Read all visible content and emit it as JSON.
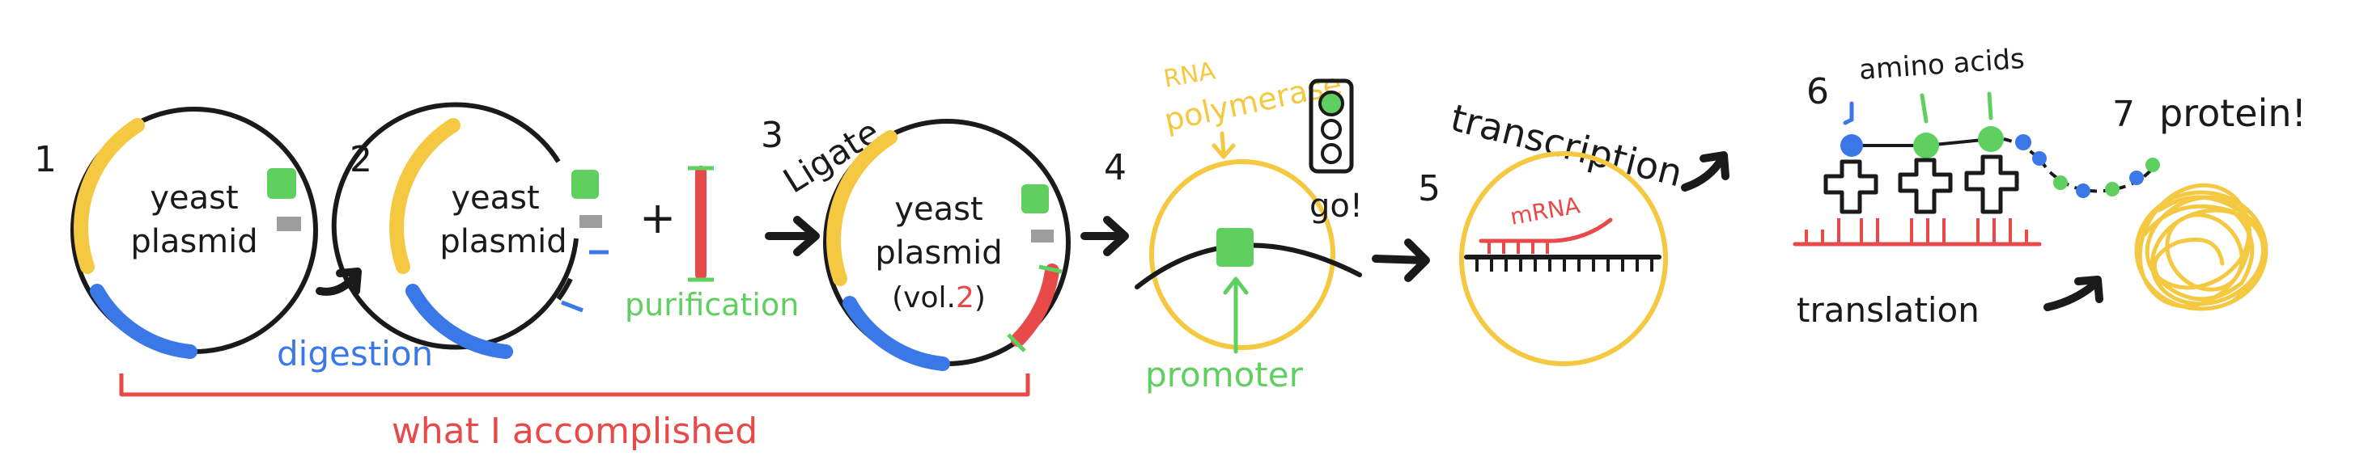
{
  "colors": {
    "ink": "#1a1a1a",
    "yellow": "#f5c842",
    "blue": "#3b78e7",
    "green": "#5fcf5f",
    "gray": "#9e9e9e",
    "red": "#e84a4a"
  },
  "steps": {
    "s1": {
      "number": "1",
      "plasmid_line1": "yeast",
      "plasmid_line2": "plasmid"
    },
    "s2": {
      "number": "2",
      "plasmid_line1": "yeast",
      "plasmid_line2": "plasmid",
      "plus": "+",
      "digestion": "digestion",
      "purification": "purification"
    },
    "s3": {
      "number": "3",
      "ligate": "Ligate",
      "plasmid_line1": "yeast",
      "plasmid_line2": "plasmid",
      "vol_prefix": "(vol.",
      "vol_num": "2",
      "vol_suffix": ")"
    },
    "s4": {
      "number": "4",
      "rna_line1": "RNA",
      "rna_line2": "polymerase",
      "go": "go!",
      "promoter": "promoter"
    },
    "s5": {
      "number": "5",
      "title": "transcription",
      "mrna": "mRNA"
    },
    "s6": {
      "number": "6",
      "amino_acids": "amino acids",
      "translation": "translation"
    },
    "s7": {
      "number": "7",
      "title": "protein!"
    }
  },
  "accomplished": "what I accomplished",
  "icons": [
    "traffic-light-icon",
    "arrow-icon",
    "brace-icon"
  ]
}
